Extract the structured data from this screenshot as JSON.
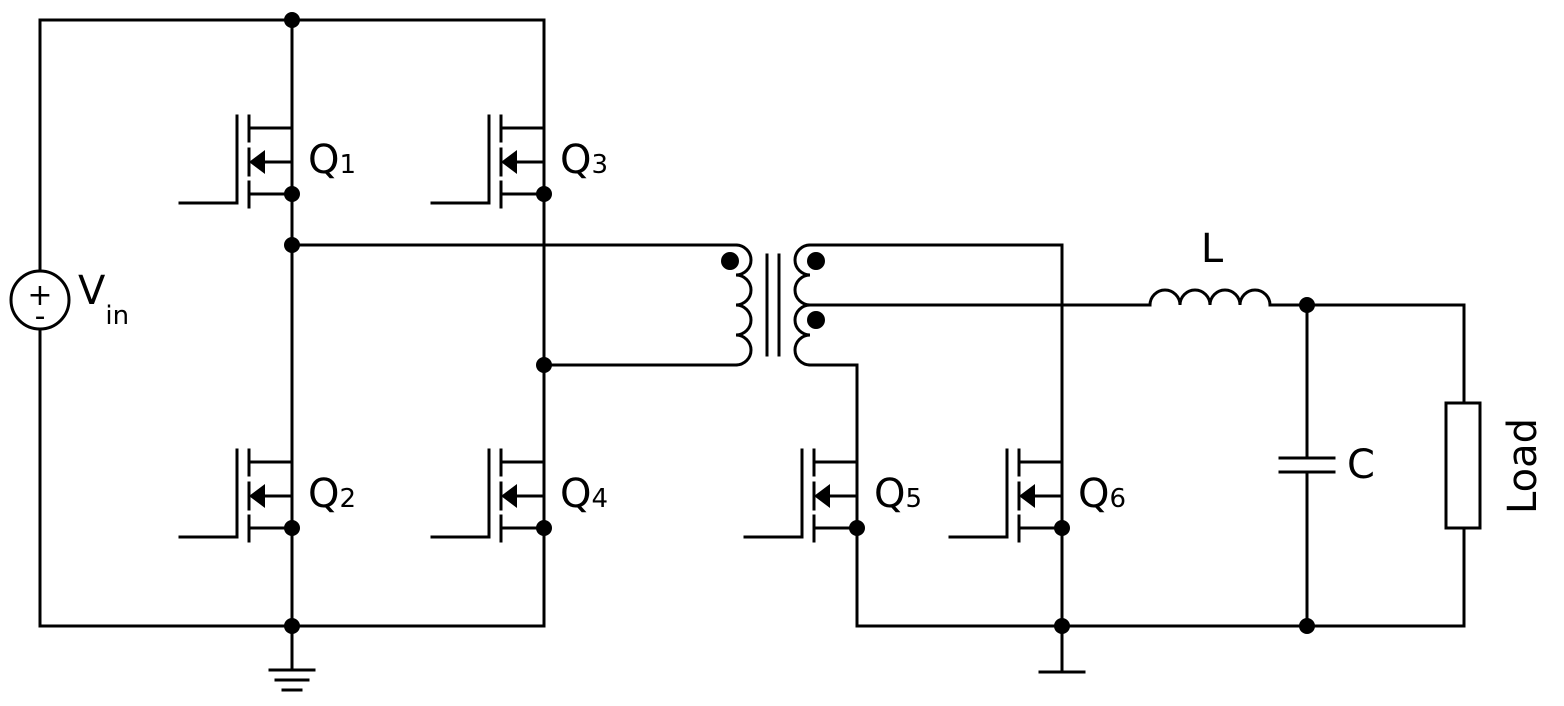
{
  "source": {
    "label_main": "V",
    "label_sub": "in",
    "plus": "+",
    "minus": "-"
  },
  "inductor": {
    "label": "L"
  },
  "capacitor": {
    "label": "C"
  },
  "load": {
    "label": "Load"
  },
  "transistors": [
    {
      "letter": "Q",
      "index": "1"
    },
    {
      "letter": "Q",
      "index": "2"
    },
    {
      "letter": "Q",
      "index": "3"
    },
    {
      "letter": "Q",
      "index": "4"
    },
    {
      "letter": "Q",
      "index": "5"
    },
    {
      "letter": "Q",
      "index": "6"
    }
  ]
}
